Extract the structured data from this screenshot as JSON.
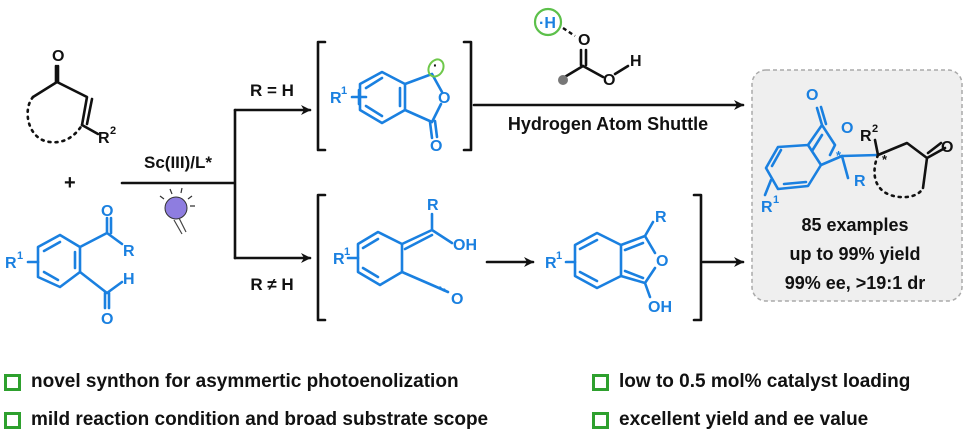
{
  "enone": {
    "carbonyl_o": "O",
    "substituent": "R",
    "substituent_sup": "2"
  },
  "plus": "+",
  "aldehyde": {
    "r1": "R",
    "r1_sup": "1",
    "ketone_o": "O",
    "r": "R",
    "h": "H",
    "aldehyde_o": "O"
  },
  "catalyst_label": "Sc(III)/L*",
  "branch_top_label": "R = H",
  "branch_bottom_label": "R ≠ H",
  "radical_intermediate": {
    "r1": "R",
    "r1_sup": "1",
    "ring_o": "O",
    "carbonyl_o": "O",
    "radical_dot": "·"
  },
  "shuttle": {
    "h_radical": "·H",
    "o1": "O",
    "o2": "O",
    "h": "H",
    "label": "Hydrogen Atom Shuttle"
  },
  "dienol": {
    "r1": "R",
    "r1_sup": "1",
    "r": "R",
    "oh": "OH",
    "o": "O"
  },
  "isobenzofuran": {
    "r1": "R",
    "r1_sup": "1",
    "r": "R",
    "o": "O",
    "oh": "OH"
  },
  "product": {
    "lactone_o": "O",
    "ring_o": "O",
    "r2": "R",
    "r2_sup": "2",
    "ketone_o": "O",
    "r": "R",
    "r1": "R",
    "r1_sup": "1",
    "star": "*",
    "stats": [
      "85 examples",
      "up to 99% yield",
      "99% ee, >19:1 dr"
    ]
  },
  "highlights": [
    "novel synthon for asymmertic photoenolization",
    "mild reaction condition and broad substrate scope",
    "low to 0.5 mol% catalyst loading",
    "excellent yield and ee value"
  ],
  "colors": {
    "blue": "#1a80e0",
    "green": "#2ea02e",
    "box": "#efefef"
  }
}
